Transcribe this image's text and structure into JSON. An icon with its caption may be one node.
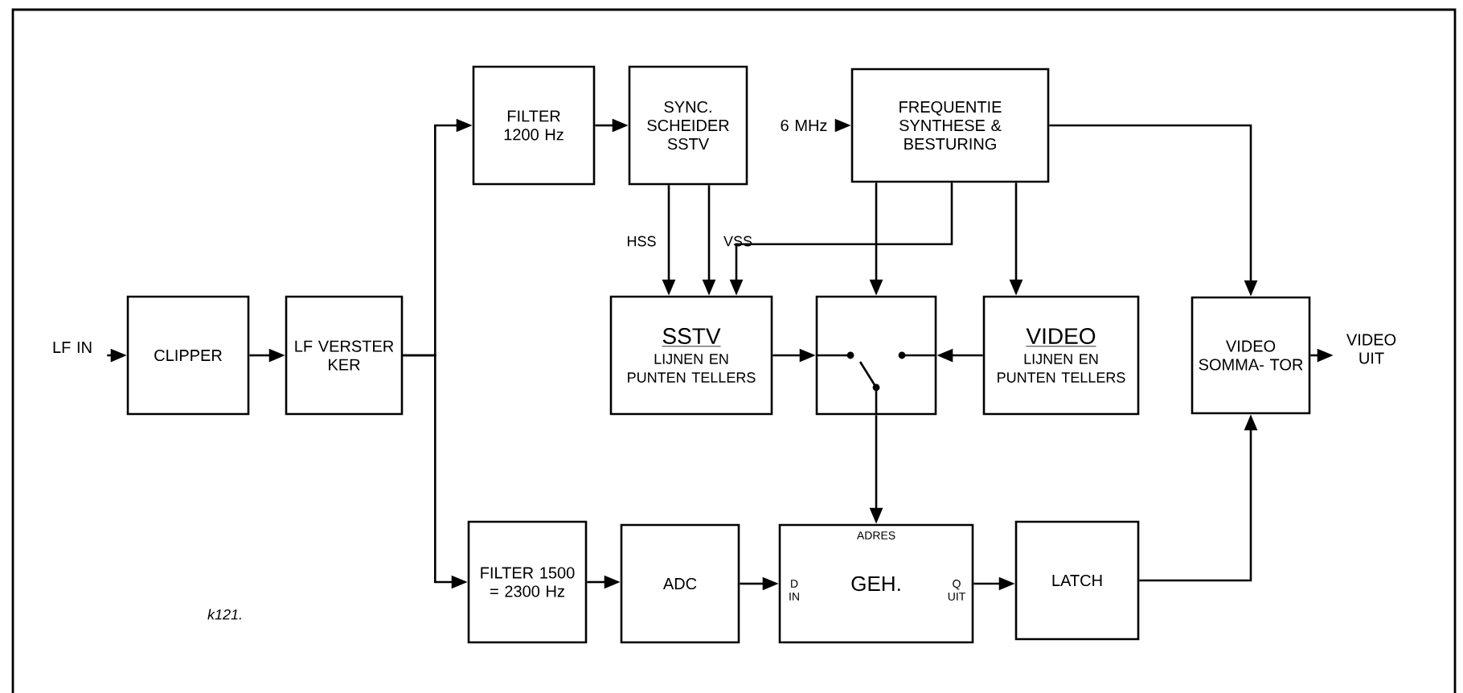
{
  "diagram": {
    "nodes": [
      {
        "text": [
          "LF IN"
        ]
      },
      {
        "text": [
          "CLIPPER"
        ]
      },
      {
        "text": [
          "LF VERSTER KER"
        ]
      },
      {
        "text": [
          "FILTER 1200 Hz"
        ]
      },
      {
        "text": [
          "SYNC. SCHEIDER SSTV"
        ]
      },
      {
        "text": [
          "6 MHz"
        ]
      },
      {
        "text": [
          "FREQUENTIE SYNTHESE & BESTURING"
        ]
      },
      {
        "text": [
          "SSTV",
          "LIJNEN EN PUNTEN TELLERS"
        ]
      },
      {
        "text": [],
        "shape": "box"
      },
      {
        "text": [
          "VIDEO",
          "LIJNEN EN PUNTEN TELLERS"
        ]
      },
      {
        "text": [
          "VIDEO SOMMA- TOR"
        ]
      },
      {
        "text": [
          "VIDEO UIT"
        ]
      },
      {
        "text": [
          "FILTER 1500 = 2300 Hz"
        ]
      },
      {
        "text": [
          "ADC"
        ]
      },
      {
        "text": [
          "ADRES",
          "D IN",
          "GEH.",
          "Q UIT"
        ]
      },
      {
        "text": [
          "LATCH"
        ]
      }
    ],
    "edges": [
      {
        "from": 0,
        "to": 1,
        "arrow": "to"
      },
      {
        "from": 1,
        "to": 2,
        "arrow": "to"
      },
      {
        "from": 2,
        "to": 3,
        "arrow": "to"
      },
      {
        "from": 2,
        "to": 12,
        "arrow": "to"
      },
      {
        "from": 3,
        "to": 4,
        "arrow": "to"
      },
      {
        "from": 4,
        "to": 7,
        "arrow": "to",
        "label": "HSS"
      },
      {
        "from": 4,
        "to": 7,
        "arrow": "to",
        "label": "VSS"
      },
      {
        "from": 5,
        "to": 6,
        "arrow": "to"
      },
      {
        "from": 6,
        "to": 7,
        "arrow": "to"
      },
      {
        "from": 6,
        "to": 8,
        "arrow": "to"
      },
      {
        "from": 6,
        "to": 9,
        "arrow": "to"
      },
      {
        "from": 6,
        "to": 10,
        "arrow": "to"
      },
      {
        "from": 7,
        "to": 8,
        "arrow": "to"
      },
      {
        "from": 9,
        "to": 8,
        "arrow": "to"
      },
      {
        "from": 8,
        "to": 14,
        "arrow": "to"
      },
      {
        "from": 12,
        "to": 13,
        "arrow": "to"
      },
      {
        "from": 13,
        "to": 14,
        "arrow": "to"
      },
      {
        "from": 14,
        "to": 15,
        "arrow": "to"
      },
      {
        "from": 15,
        "to": 10,
        "arrow": "to"
      },
      {
        "from": 10,
        "to": 11,
        "arrow": "to"
      }
    ],
    "labels": [
      "k121."
    ]
  }
}
